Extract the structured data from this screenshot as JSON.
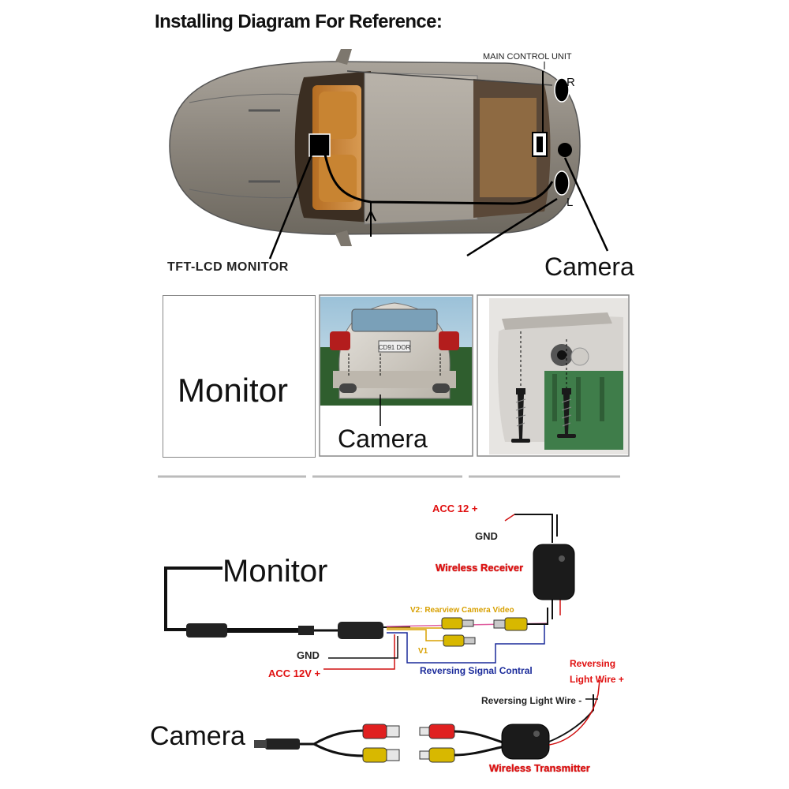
{
  "title": "Installing Diagram For Reference:",
  "top": {
    "main_control_unit": "MAIN CONTROL UNIT",
    "r": "R",
    "l": "L",
    "tft_monitor": "TFT-LCD MONITOR",
    "camera": "Camera"
  },
  "panels": {
    "monitor": "Monitor",
    "camera": "Camera",
    "plate": "CD91 DOR"
  },
  "wiring": {
    "acc12": "ACC 12 +",
    "gnd_top": "GND",
    "wireless_receiver": "Wireless Receiver",
    "monitor": "Monitor",
    "v2": "V2: Rearview Camera Video",
    "v1": "V1",
    "gnd": "GND",
    "acc12v": "ACC 12V +",
    "reversing_signal": "Reversing Signal Contral",
    "reversing_light_wire_red": "Reversing",
    "reversing_light_wire_red2": "Light Wire +",
    "reversing_light_wire": "Reversing Light Wire -",
    "camera": "Camera",
    "wireless_transmitter": "Wireless Transmitter"
  },
  "colors": {
    "red": "#e01010",
    "blue": "#1a2a9a",
    "orange": "#d8a000",
    "car_body": "#8f8a82",
    "interior": "#c98a3a"
  }
}
